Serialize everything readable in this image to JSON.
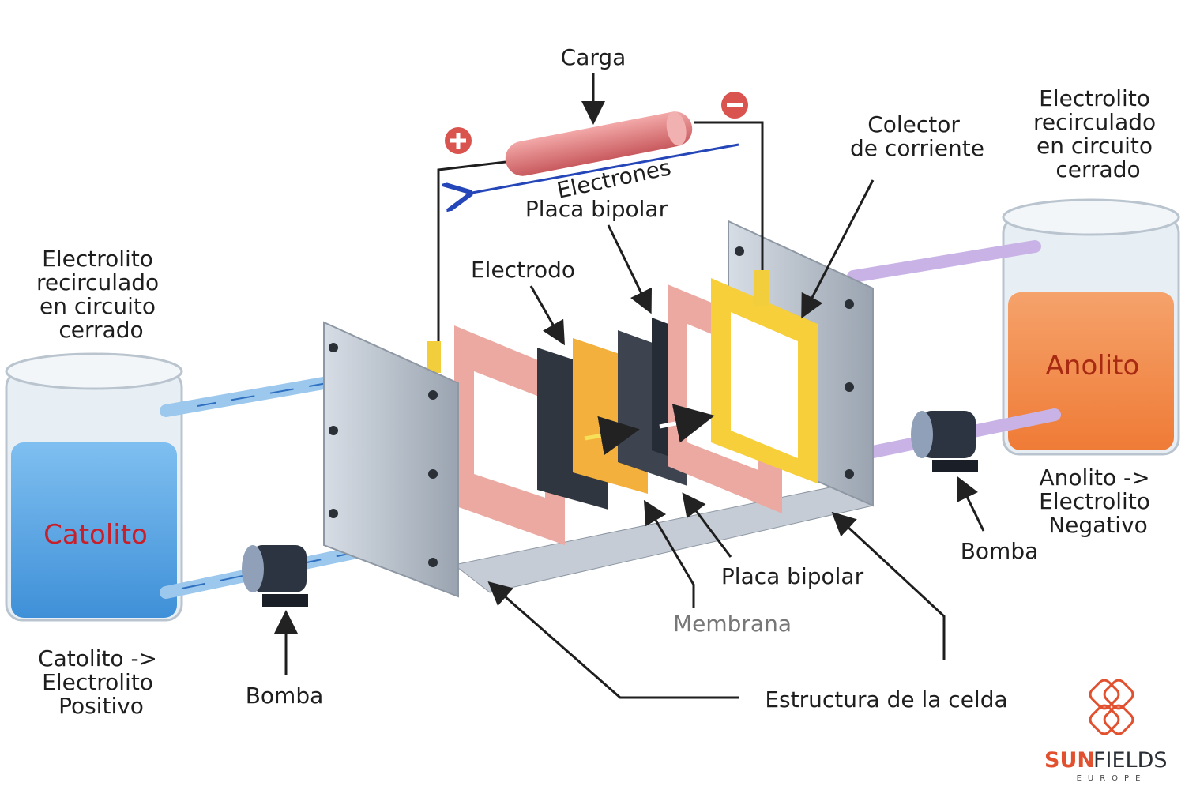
{
  "labels": {
    "load": "Carga",
    "electrons": "Electrones",
    "bipolar_plate_top": "Placa bipolar",
    "electrode": "Electrodo",
    "current_collector": [
      "Colector",
      "de corriente"
    ],
    "right_recirculated": [
      "Electrolito",
      "recirculado",
      "en circuito",
      "cerrado"
    ],
    "left_recirculated": [
      "Electrolito",
      "recirculado",
      "en circuito",
      "cerrado"
    ],
    "catholyte": "Catolito",
    "anolyte": "Anolito",
    "anolyte_desc": [
      "Anolito ->",
      "Electrolito",
      "Negativo"
    ],
    "catholyte_desc": [
      "Catolito ->",
      "Electrolito",
      "Positivo"
    ],
    "pump_right": "Bomba",
    "pump_left": "Bomba",
    "bipolar_plate_bottom": "Placa bipolar",
    "membrane": "Membrana",
    "cell_structure": "Estructura de la celda"
  },
  "logo": {
    "brand_a": "SUN",
    "brand_b": "FIELDS",
    "sub": "EUROPE"
  },
  "icons": {
    "positive": "plus-terminal-icon",
    "negative": "minus-terminal-icon"
  },
  "colors": {
    "catholyte": "#5aa7e6",
    "anolyte": "#f3894a",
    "catholyte_text": "#c8202a",
    "anolyte_text": "#a82a12",
    "brand": "#e2512f",
    "electron_arrow": "#2546b8",
    "resistor": "#e0777a"
  }
}
